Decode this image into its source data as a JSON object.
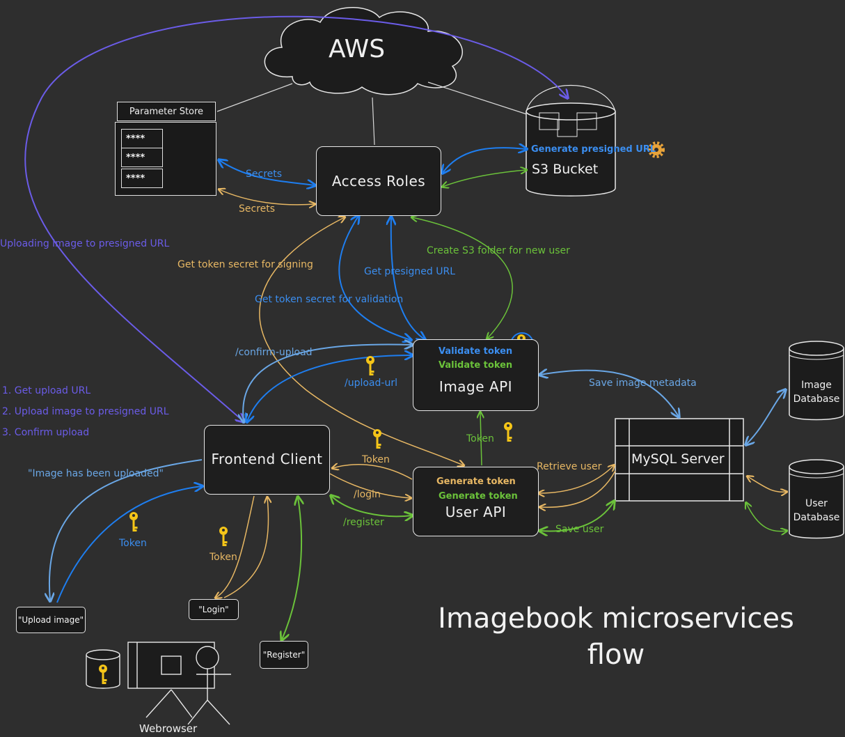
{
  "title": {
    "line1": "Imagebook microservices",
    "line2": "flow"
  },
  "nodes": {
    "aws": "AWS",
    "parameter_store": {
      "title": "Parameter Store",
      "rows": [
        "****",
        "****",
        "****"
      ]
    },
    "access_roles": "Access Roles",
    "s3_bucket": {
      "label": "S3 Bucket",
      "inner": "Generate presigned URL"
    },
    "image_api": {
      "label": "Image API",
      "inner": [
        "Validate token",
        "Validate token"
      ]
    },
    "user_api": {
      "label": "User API",
      "inner": [
        "Generate token",
        "Generate token"
      ]
    },
    "frontend": "Frontend Client",
    "mysql": "MySQL Server",
    "image_db": [
      "Image",
      "Database"
    ],
    "user_db": [
      "User",
      "Database"
    ],
    "upload_image": "\"Upload image\"",
    "login": "\"Login\"",
    "register": "\"Register\"",
    "webrowser": "Webrowser"
  },
  "edge_labels": {
    "secrets_blue": "Secrets",
    "secrets_orange": "Secrets",
    "uploading": "Uploading image to presigned URL",
    "token_secret_signing": "Get token secret for signing",
    "get_presigned": "Get presigned URL",
    "create_s3": "Create S3 folder for new user",
    "token_secret_validation": "Get token secret for validation",
    "confirm_upload": "/confirm-upload",
    "upload_url": "/upload-url",
    "save_metadata": "Save image metadata",
    "token_user_to_image": "Token",
    "token_user_to_front": "Token",
    "login": "/login",
    "register": "/register",
    "retrieve_user": "Retrieve user",
    "save_user": "Save user",
    "image_uploaded": "\"Image has been uploaded\"",
    "token_blue": "Token",
    "token_orange": "Token"
  },
  "steps": [
    "1. Get upload URL",
    "2. Upload image to presigned URL",
    "3. Confirm upload"
  ],
  "colors": {
    "background": "#2e2e2e",
    "blue": "#1e7ef0",
    "light_blue": "#6aa7e6",
    "orange": "#e8b864",
    "green": "#6bc23a",
    "purple": "#6b5ce8",
    "key": "#f5c518"
  }
}
